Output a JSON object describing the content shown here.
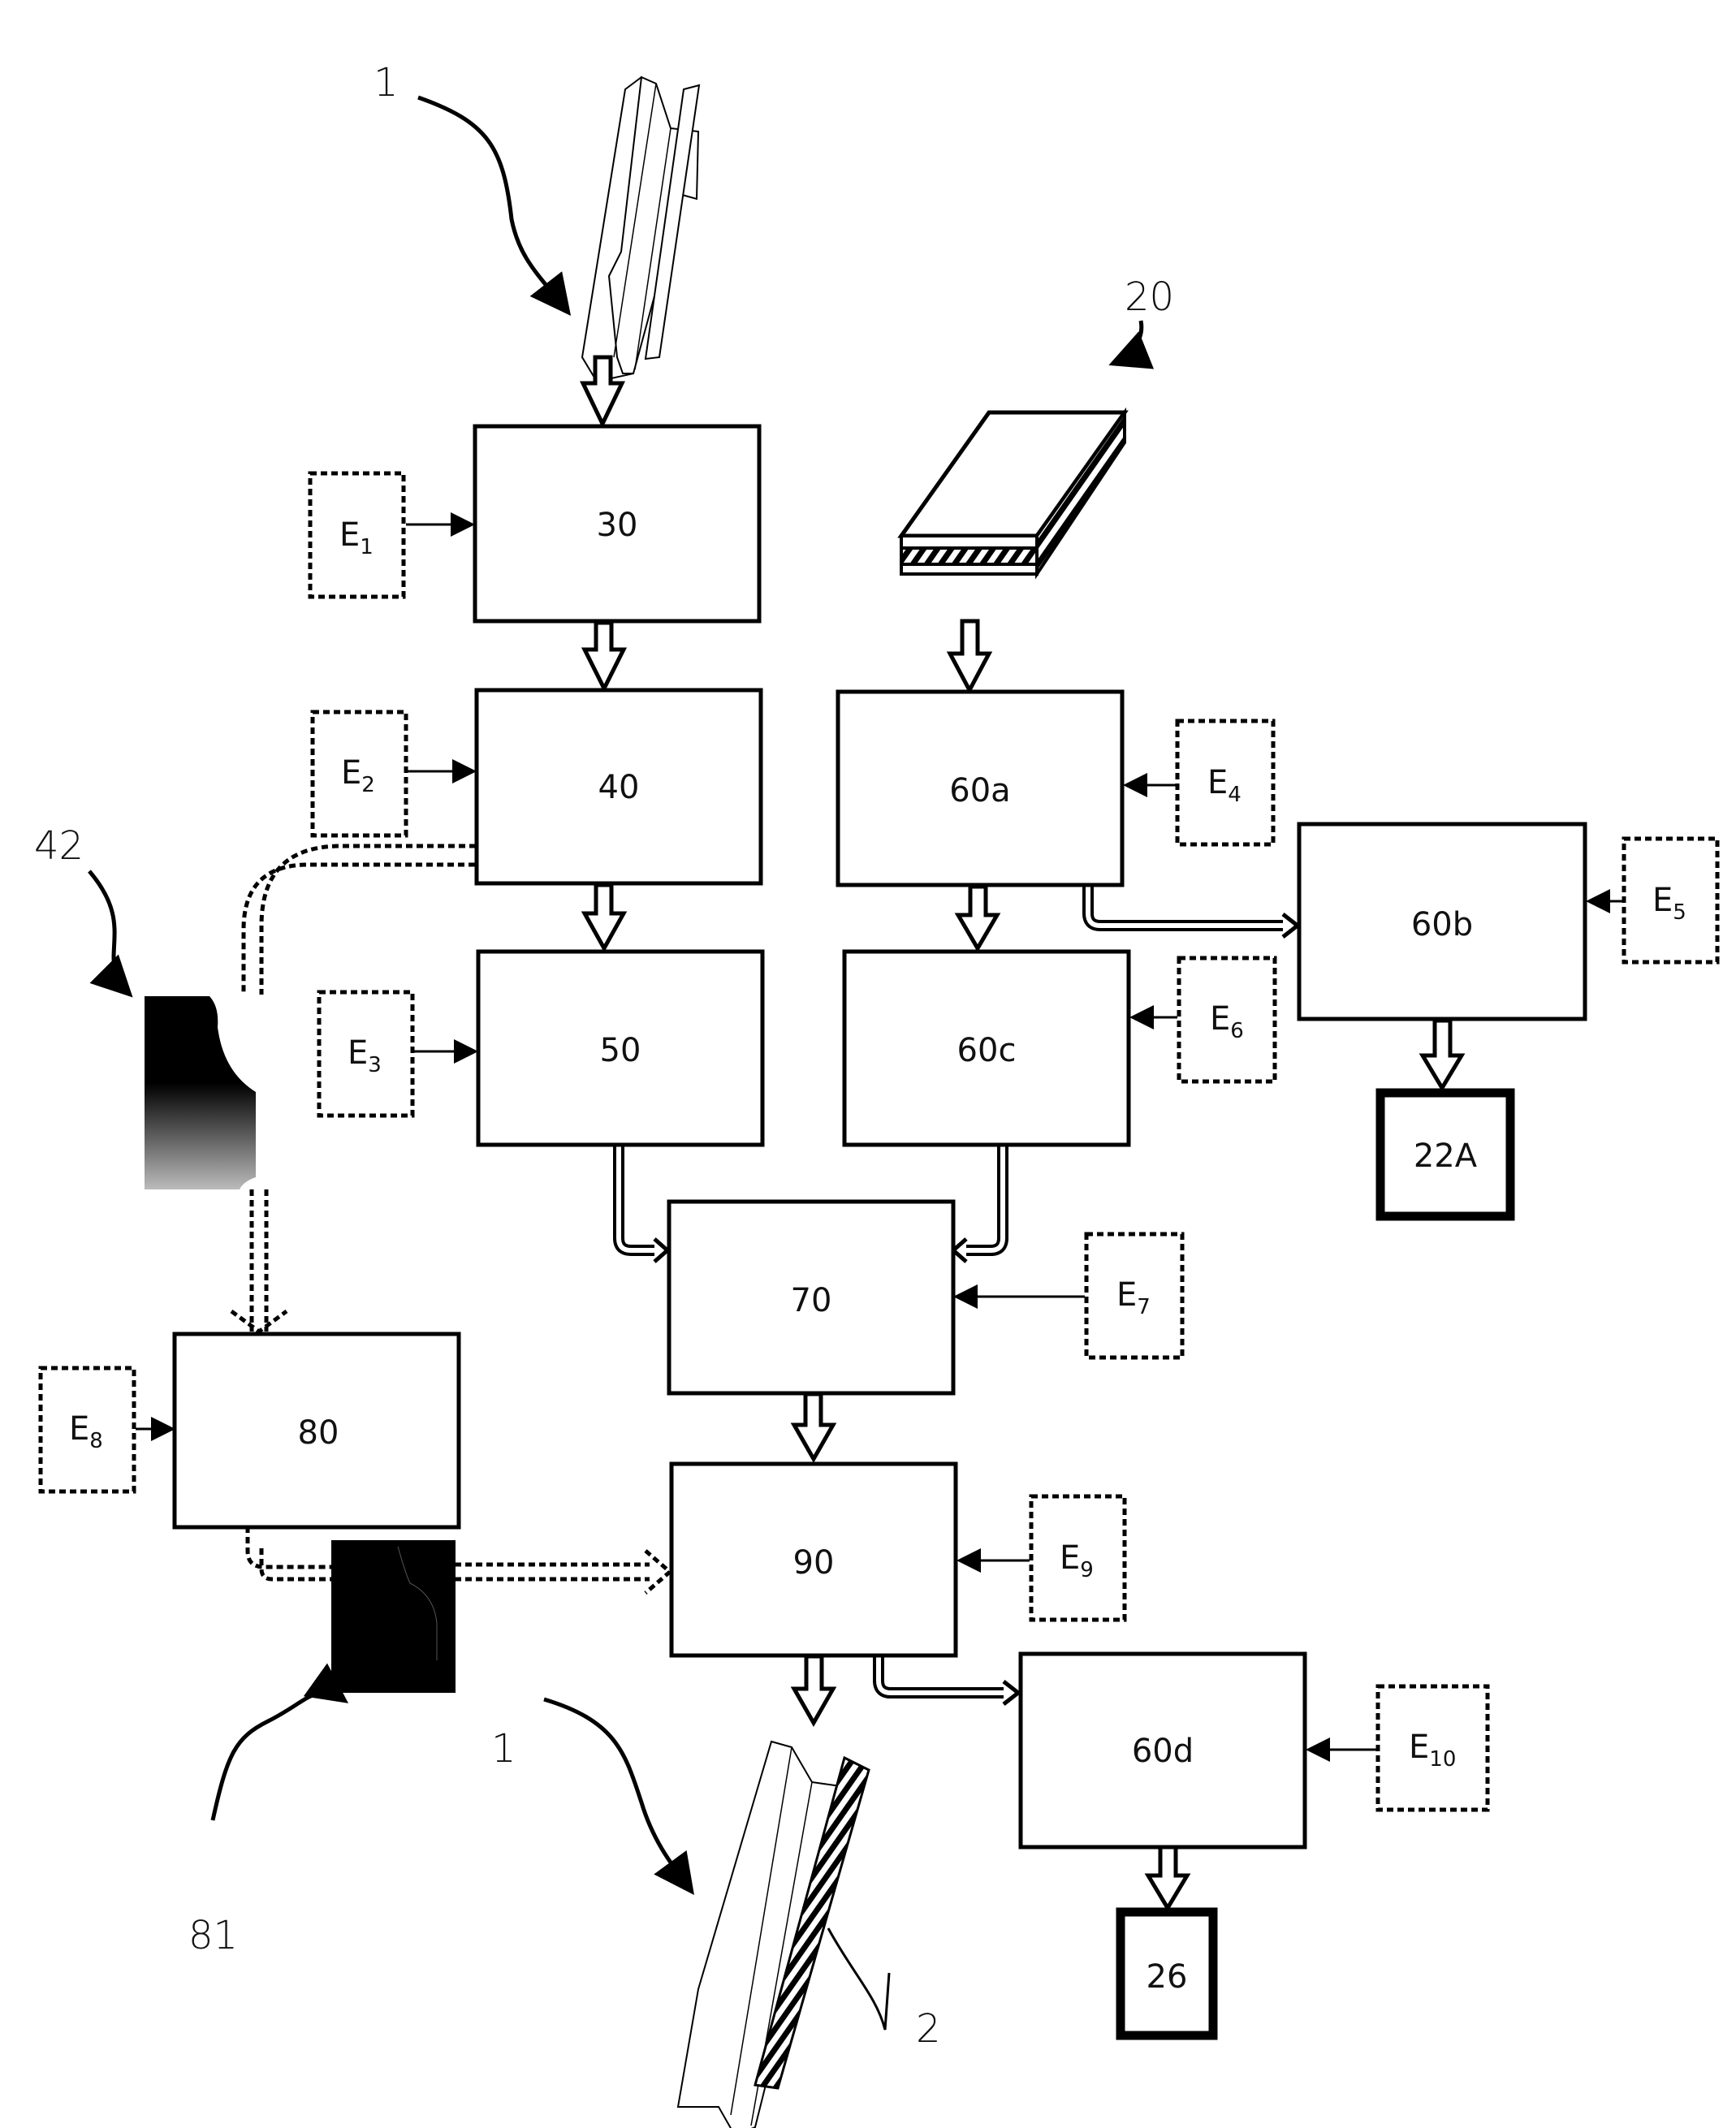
{
  "figure": {
    "steps": [
      {
        "id": "30",
        "label": "30"
      },
      {
        "id": "40",
        "label": "40"
      },
      {
        "id": "50",
        "label": "50"
      },
      {
        "id": "60a",
        "label": "60a"
      },
      {
        "id": "60b",
        "label": "60b"
      },
      {
        "id": "60c",
        "label": "60c"
      },
      {
        "id": "60d",
        "label": "60d"
      },
      {
        "id": "70",
        "label": "70"
      },
      {
        "id": "80",
        "label": "80"
      },
      {
        "id": "90",
        "label": "90"
      }
    ],
    "outputs": [
      {
        "id": "22A",
        "label": "22A"
      },
      {
        "id": "26",
        "label": "26"
      }
    ],
    "inputs": [
      {
        "id": "E1",
        "letter": "E",
        "sub": "1"
      },
      {
        "id": "E2",
        "letter": "E",
        "sub": "2"
      },
      {
        "id": "E3",
        "letter": "E",
        "sub": "3"
      },
      {
        "id": "E4",
        "letter": "E",
        "sub": "4"
      },
      {
        "id": "E5",
        "letter": "E",
        "sub": "5"
      },
      {
        "id": "E6",
        "letter": "E",
        "sub": "6"
      },
      {
        "id": "E7",
        "letter": "E",
        "sub": "7"
      },
      {
        "id": "E8",
        "letter": "E",
        "sub": "8"
      },
      {
        "id": "E9",
        "letter": "E",
        "sub": "9"
      },
      {
        "id": "E10",
        "letter": "E",
        "sub": "10"
      }
    ],
    "reference_numerals": {
      "rail_top": "1",
      "panel": "20",
      "profile_42": "42",
      "profile_81": "81",
      "rail_bottom": "1",
      "layer": "2"
    }
  }
}
